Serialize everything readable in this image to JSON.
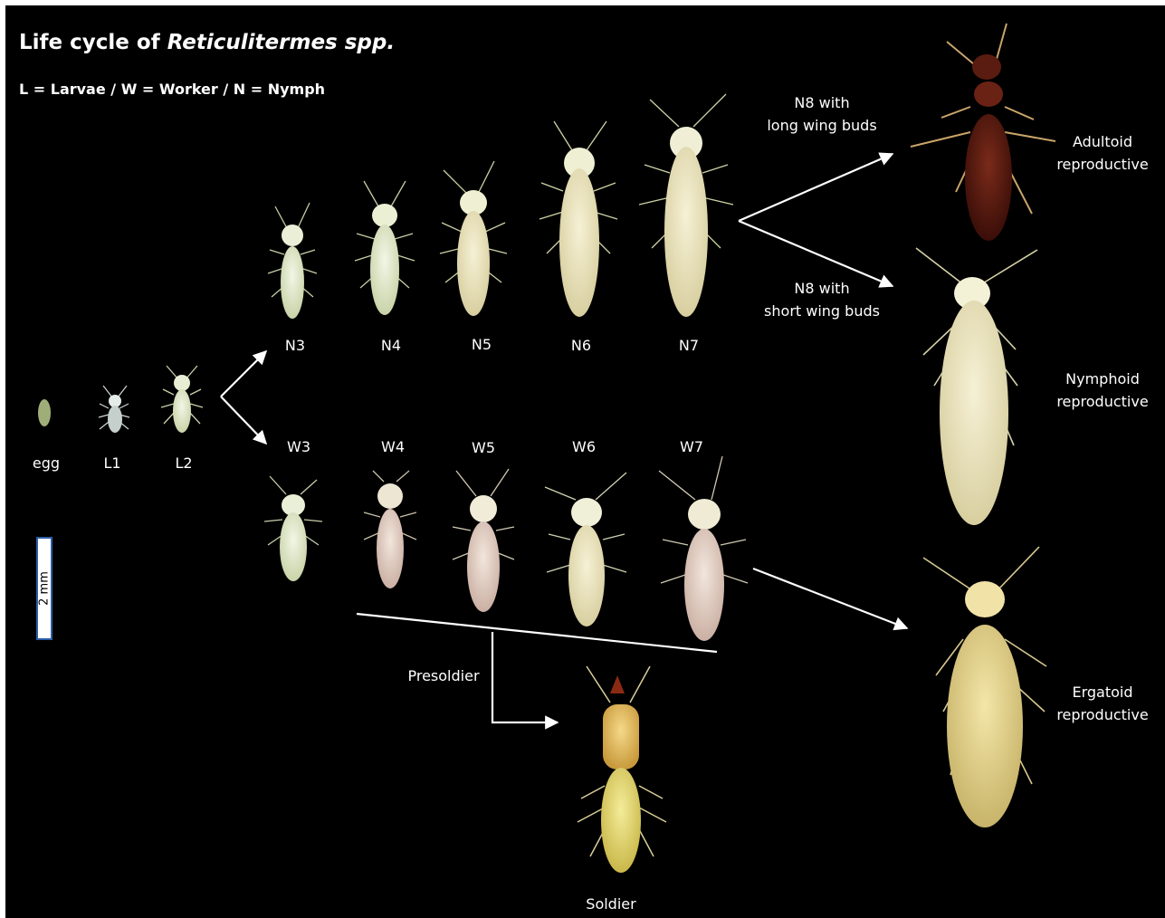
{
  "title": {
    "prefix": "Life cycle of ",
    "species": "Reticulitermes spp."
  },
  "legend": "L = Larvae / W = Worker / N = Nymph",
  "stages": {
    "egg": "egg",
    "l1": "L1",
    "l2": "L2",
    "n3": "N3",
    "n4": "N4",
    "n5": "N5",
    "n6": "N6",
    "n7": "N7",
    "w3": "W3",
    "w4": "W4",
    "w5": "W5",
    "w6": "W6",
    "w7": "W7"
  },
  "n8_long": {
    "line1": "N8 with",
    "line2": "long wing buds"
  },
  "n8_short": {
    "line1": "N8 with",
    "line2": "short wing buds"
  },
  "adultoid": {
    "line1": "Adultoid",
    "line2": "reproductive"
  },
  "nymphoid": {
    "line1": "Nymphoid",
    "line2": "reproductive"
  },
  "ergatoid": {
    "line1": "Ergatoid",
    "line2": "reproductive"
  },
  "presoldier": "Presoldier",
  "soldier": "Soldier",
  "scale": "2 mm",
  "colors": {
    "background": "#000000",
    "text": "#ffffff",
    "scale_border": "#2d5ea8"
  }
}
